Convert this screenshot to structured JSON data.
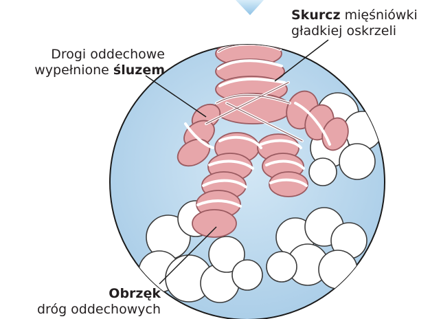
{
  "labels": {
    "spasm": {
      "bold": "Skurcz",
      "line1_rest": " mięśniówki",
      "line2": "gładkiej oskrzeli"
    },
    "mucus": {
      "line1": "Drogi oddechowe",
      "line2_prefix": "wypełnione ",
      "line2_bold": "śluzem"
    },
    "edema": {
      "bold": "Obrzęk",
      "line2": "dróg oddechowych"
    }
  },
  "colors": {
    "background_circle": "#b6d6ec",
    "airway_fill": "#e7a6aa",
    "airway_stroke": "#9a5a60",
    "alveoli_fill": "#ffffff",
    "pointer": "#1a1a1a",
    "arrow": "#8fc3e6"
  }
}
